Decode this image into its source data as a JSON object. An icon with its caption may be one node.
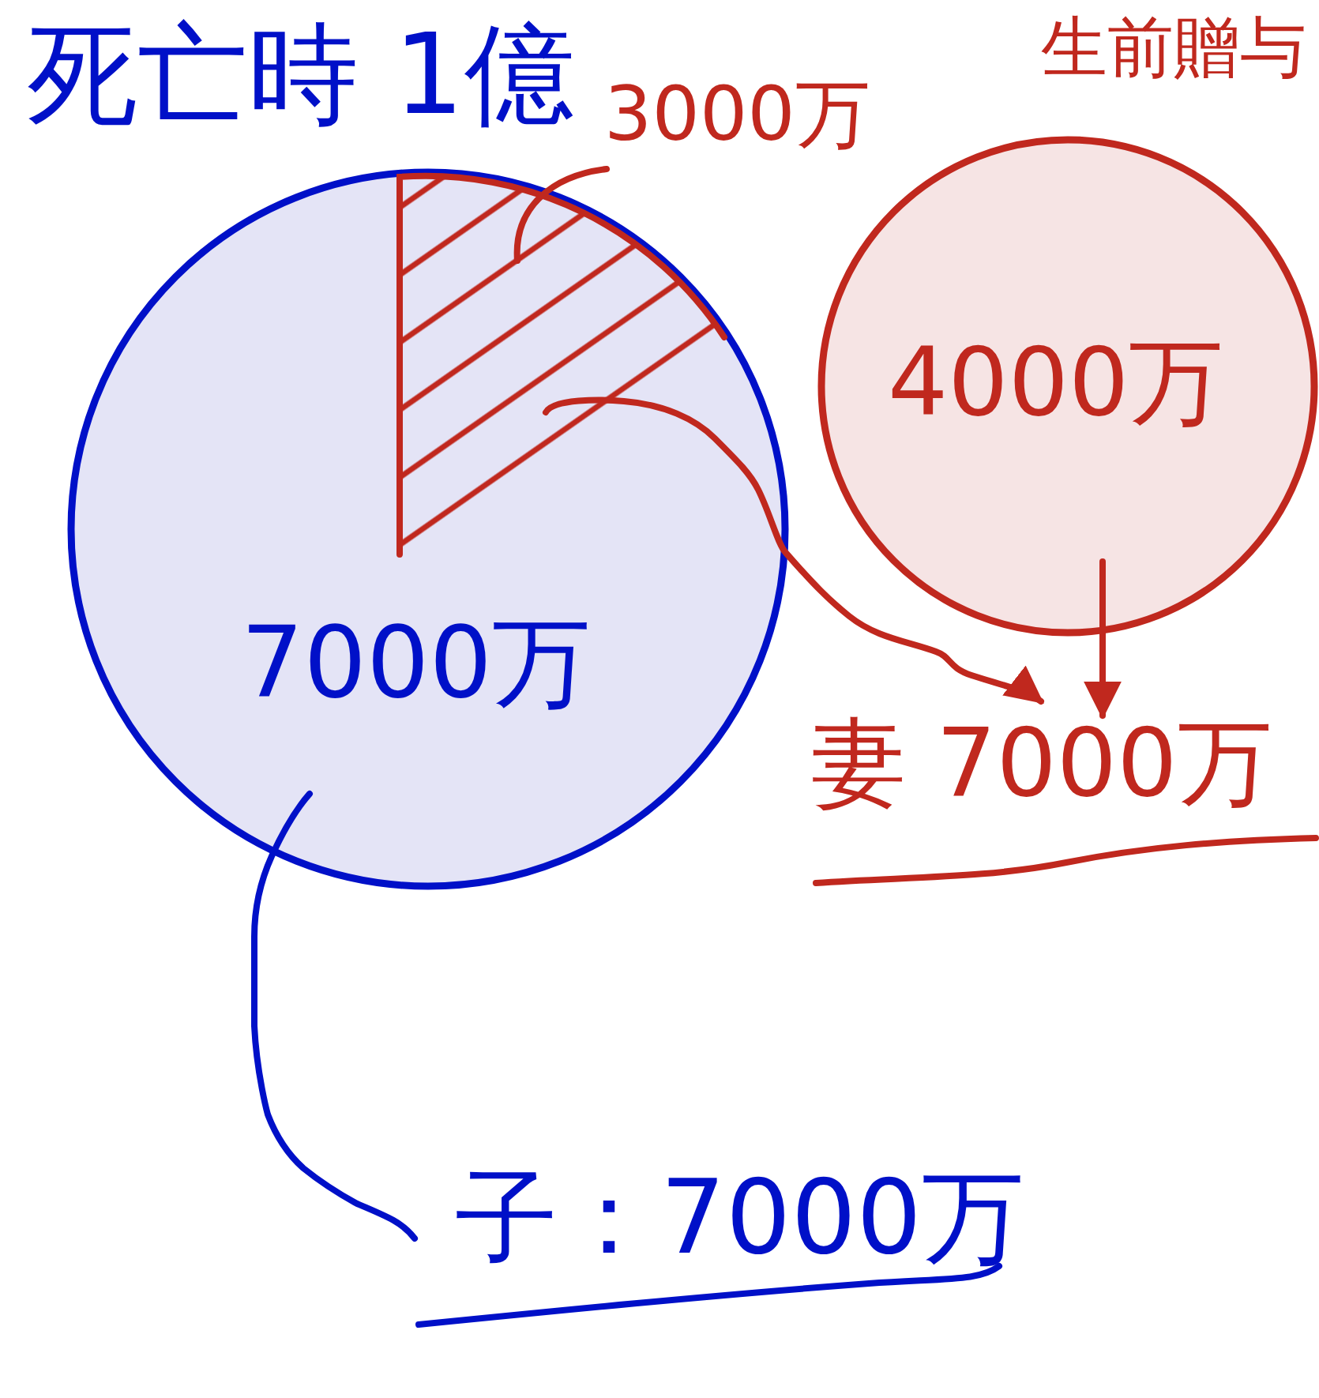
{
  "diagram": {
    "nodes": [
      {
        "text": [
          "死亡時 1億",
          "7000万"
        ]
      },
      {
        "text": [
          "3000万"
        ]
      },
      {
        "text": [],
        "shape": "wedge",
        "in": 0
      },
      {
        "text": [
          "生前贈与",
          "4000万"
        ]
      },
      {
        "text": [
          "妻 7000万"
        ]
      },
      {
        "text": [
          "子：7000万"
        ]
      }
    ],
    "edges": [
      {
        "from": 1,
        "to": 2,
        "arrow": "none"
      },
      {
        "from": 2,
        "to": 4,
        "arrow": "to"
      },
      {
        "from": 3,
        "to": 4,
        "arrow": "to"
      },
      {
        "from": 0,
        "to": 5,
        "arrow": "none",
        "color": "#0010c8"
      }
    ]
  }
}
